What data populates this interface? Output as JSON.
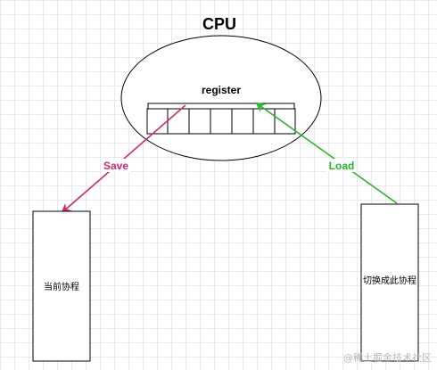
{
  "diagram": {
    "cpu_label": "CPU",
    "register_label": "register",
    "register_cells": 7,
    "save_label": "Save",
    "load_label": "Load",
    "current_process_label": "当前协程",
    "next_process_label": "切换成此协程",
    "watermark": "@稀土掘金技术社区",
    "colors": {
      "save": "#cc2a74",
      "load": "#29b629",
      "stroke": "#000000",
      "grid": "#e9e9e9"
    }
  }
}
